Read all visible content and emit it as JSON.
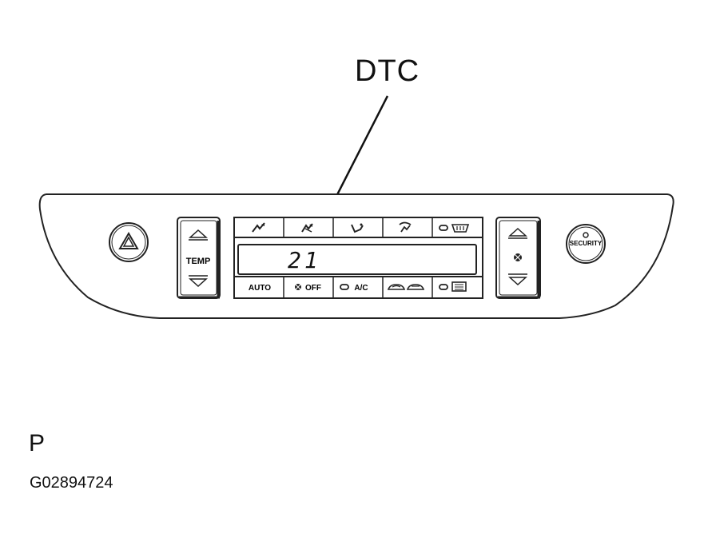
{
  "callout": {
    "label": "DTC"
  },
  "display": {
    "readout": "21"
  },
  "panel": {
    "temp_label": "TEMP",
    "security_label": "SECURITY",
    "bottom_buttons": {
      "auto": "AUTO",
      "off": "OFF",
      "ac": "A/C"
    }
  },
  "figure": {
    "letter": "P",
    "id": "G02894724"
  },
  "icons": [
    "hazard-icon",
    "face-vent-icon",
    "bi-level-icon",
    "foot-icon",
    "foot-defrost-icon",
    "front-defrost-icon",
    "fan-icon",
    "recirc-icon",
    "rear-defrost-icon",
    "temp-up-icon",
    "temp-down-icon",
    "fan-up-icon",
    "fan-down-icon"
  ]
}
